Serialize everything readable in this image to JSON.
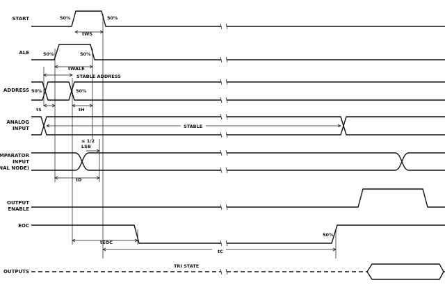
{
  "signals": {
    "start": "START",
    "ale": "ALE",
    "address": "ADDRESS",
    "analog": [
      "ANALOG",
      "INPUT"
    ],
    "comparator": [
      "COMPARATOR",
      "INPUT",
      "(INTERNAL NODE)"
    ],
    "output_enable": [
      "OUTPUT",
      "ENABLE"
    ],
    "eoc": "EOC",
    "outputs": "OUTPUTS"
  },
  "annotations": {
    "pct50": "50%",
    "tws": "tWS",
    "twale": "tWALE",
    "stable_address": "STABLE ADDRESS",
    "ts": "tS",
    "th": "tH",
    "stable": "STABLE",
    "half_lsb_1": "≤ 1/2",
    "half_lsb_2": "LSB",
    "td": "tD",
    "teoc": "tEOC",
    "tc": "tC",
    "tri_state": "TRI STATE"
  }
}
